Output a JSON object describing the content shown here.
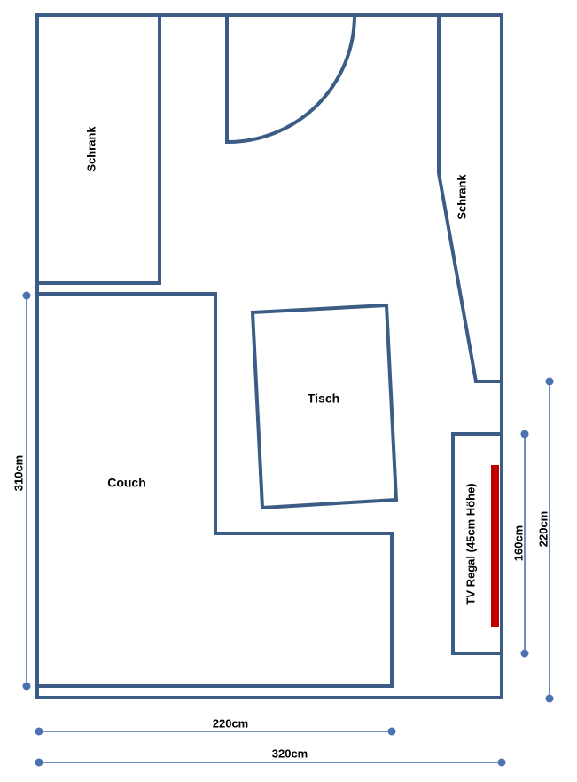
{
  "colors": {
    "wall": "#3b5d85",
    "dimension": "#4a72b0",
    "tv": "#c00000"
  },
  "labels": {
    "cabinet_left": "Schrank",
    "cabinet_right": "Schrank",
    "table": "Tisch",
    "couch": "Couch",
    "tv_shelf": "TV Regal (45cm Höhe)"
  },
  "dimensions": {
    "couch_height": "310cm",
    "tv_shelf": "160cm",
    "right_side": "220cm",
    "couch_width": "220cm",
    "room_width": "320cm"
  }
}
